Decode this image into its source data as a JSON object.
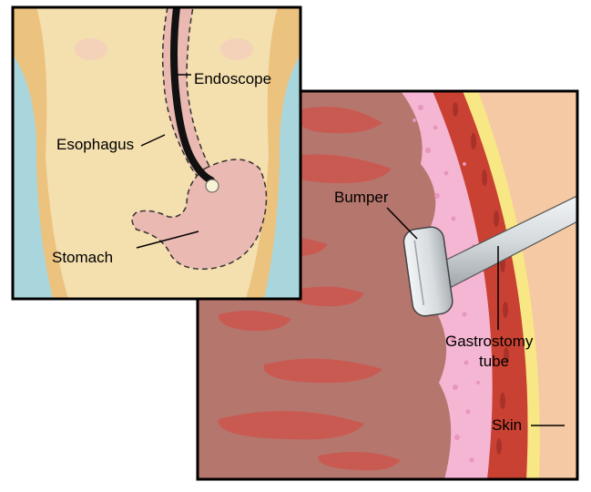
{
  "labels": {
    "endoscope": "Endoscope",
    "esophagus": "Esophagus",
    "stomach": "Stomach",
    "bumper": "Bumper",
    "tube_line1": "Gastrostomy",
    "tube_line2": "tube",
    "skin": "Skin"
  },
  "colors": {
    "body_tan": "#f4dfae",
    "edge_orange": "#ecc27f",
    "outside_blue": "#a9d6dc",
    "stomach_pink": "#eab9b1",
    "stomach_wall": "#b5766d",
    "mucosa_fold": "#c95a52",
    "submucosa_pink": "#f4b6d2",
    "muscle_red": "#c94132",
    "fat_yellow": "#f8e785",
    "skin_peach": "#f5c9a3",
    "outside_cyan": "#bfe8ef",
    "tube_grey": "#d9dde0",
    "outline": "#000000"
  }
}
